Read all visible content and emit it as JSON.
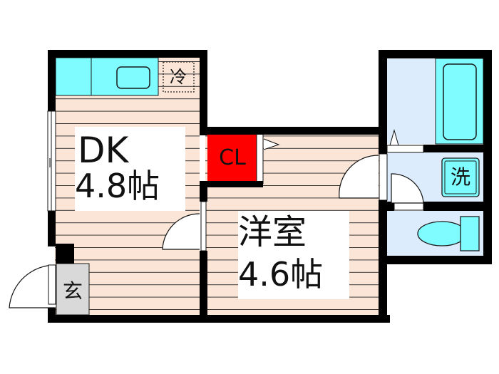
{
  "floorplan": {
    "rooms": {
      "dk": {
        "name": "DK",
        "size": "4.8帖"
      },
      "western_room": {
        "name": "洋室",
        "size": "4.6帖"
      },
      "closet": {
        "label": "CL"
      },
      "fridge": {
        "label": "冷"
      },
      "washer": {
        "label": "洗"
      },
      "entrance": {
        "label": "玄"
      }
    },
    "colors": {
      "wall": "#000000",
      "floor_wood": "#fbe5d6",
      "floor_line": "#333333",
      "kitchen_counter": "#7ffcff",
      "wet_area": "#dcecfc",
      "fixture": "#7ffcff",
      "closet": "#ff0000",
      "entrance": "#d9d9d9",
      "label_bg": "#ffffff"
    }
  }
}
